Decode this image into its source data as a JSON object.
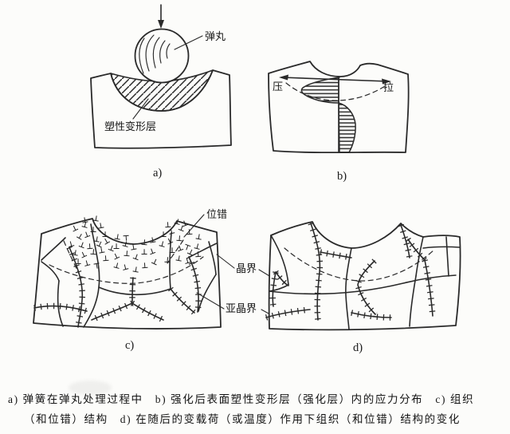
{
  "figure": {
    "colors": {
      "background": "#fcfcfa",
      "ink": "#2a2a2a"
    },
    "panel_a": {
      "tag": "a)",
      "shot_label": "弹丸",
      "plastic_layer_label": "塑性变形层"
    },
    "panel_b": {
      "tag": "b)",
      "compression_label": "压",
      "tension_label": "拉"
    },
    "panel_c": {
      "tag": "c)",
      "dislocation_label": "位错",
      "grain_boundary_label": "晶界",
      "subgrain_boundary_label": "亚晶界"
    },
    "panel_d": {
      "tag": "d)"
    },
    "caption": {
      "line1": "a) 弹簧在弹丸处理过程中　b) 强化后表面塑性变形层（强化层）内的应力分布　c) 组织",
      "line2": "（和位错）结构　d) 在随后的变载荷（或温度）作用下组织（和位错）结构的变化"
    },
    "dislocation_symbol": "⊥",
    "dislocation_marks": [
      [
        95,
        289,
        -25
      ],
      [
        106,
        285,
        15
      ],
      [
        117,
        291,
        0
      ],
      [
        127,
        286,
        -10
      ],
      [
        99,
        299,
        30
      ],
      [
        110,
        297,
        -20
      ],
      [
        121,
        303,
        10
      ],
      [
        132,
        297,
        0
      ],
      [
        90,
        309,
        -15
      ],
      [
        102,
        310,
        20
      ],
      [
        113,
        312,
        -5
      ],
      [
        124,
        309,
        25
      ],
      [
        135,
        305,
        -30
      ],
      [
        94,
        320,
        10
      ],
      [
        106,
        322,
        -25
      ],
      [
        117,
        319,
        5
      ],
      [
        128,
        317,
        -10
      ],
      [
        139,
        314,
        20
      ],
      [
        98,
        331,
        0
      ],
      [
        110,
        333,
        -15
      ],
      [
        121,
        330,
        170
      ],
      [
        133,
        327,
        -5
      ],
      [
        147,
        300,
        10
      ],
      [
        158,
        295,
        175
      ],
      [
        146,
        312,
        0
      ],
      [
        157,
        309,
        15
      ],
      [
        168,
        313,
        -10
      ],
      [
        147,
        324,
        -25
      ],
      [
        159,
        321,
        5
      ],
      [
        170,
        325,
        20
      ],
      [
        181,
        319,
        0
      ],
      [
        146,
        336,
        15
      ],
      [
        158,
        338,
        -15
      ],
      [
        170,
        341,
        10
      ],
      [
        182,
        336,
        -5
      ],
      [
        193,
        331,
        25
      ],
      [
        192,
        318,
        -20
      ],
      [
        181,
        307,
        5
      ],
      [
        192,
        304,
        -10
      ],
      [
        203,
        309,
        15
      ],
      [
        205,
        297,
        0
      ],
      [
        216,
        293,
        -15
      ],
      [
        227,
        289,
        20
      ],
      [
        238,
        294,
        -5
      ],
      [
        249,
        300,
        10
      ],
      [
        214,
        305,
        -25
      ],
      [
        225,
        302,
        5
      ],
      [
        236,
        307,
        -160
      ],
      [
        247,
        312,
        15
      ],
      [
        216,
        317,
        0
      ],
      [
        227,
        314,
        -20
      ],
      [
        238,
        319,
        25
      ],
      [
        249,
        322,
        -5
      ],
      [
        224,
        327,
        10
      ],
      [
        236,
        330,
        -15
      ],
      [
        210,
        329,
        5
      ],
      [
        107,
        279,
        -10
      ],
      [
        120,
        277,
        10
      ],
      [
        211,
        285,
        -5
      ],
      [
        222,
        281,
        15
      ],
      [
        233,
        283,
        -20
      ]
    ]
  }
}
